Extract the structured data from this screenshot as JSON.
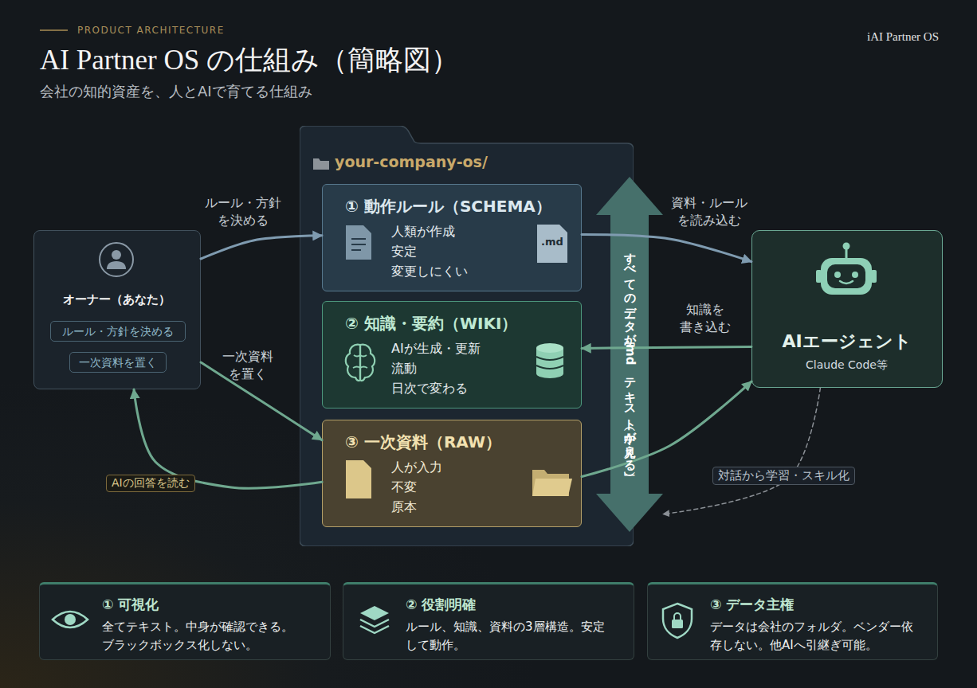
{
  "diagram": {
    "title": "AI Partner OS の仕組み（簡略図）",
    "caption": "会社の知的資産を、人とAIで育てる仕組み",
    "nodes": [
      {
        "text": [
          "オーナー（あなた）"
        ]
      },
      {
        "text": [
          "ルール・方針を決める"
        ],
        "in": 0
      },
      {
        "text": [
          "一次資料を置く"
        ],
        "in": 0
      },
      {
        "text": [
          "your-company-os/"
        ]
      },
      {
        "text": [
          "① 動作ルール（SCHEMA）",
          "人類が作成 安定 変更しにくい",
          ".md"
        ],
        "in": 3
      },
      {
        "text": [
          "② 知識・要約（WIKI）",
          "AIが生成・更新 流動 日次で変わる"
        ],
        "in": 3
      },
      {
        "text": [
          "③ 一次資料（RAW）",
          "人が入力 不変 原本"
        ],
        "in": 3
      },
      {
        "text": [
          "すべてのデータが「.md テキスト（中が見える）」"
        ],
        "in": 3
      },
      {
        "text": [
          "AIエージェント",
          "Claude Code等"
        ]
      },
      {
        "text": [
          "① 可視化",
          "全てテキスト。中身が確認できる。 ブラックボックス化しない。"
        ]
      },
      {
        "text": [
          "② 役割明確",
          "ルール、知識、資料の3層構造。安定 して動作。"
        ]
      },
      {
        "text": [
          "③ データ主権",
          "データは会社のフォルダ。ベンダー依 存しない。他AIへ引継ぎ可能。"
        ]
      }
    ],
    "edges": [
      {
        "from": 0,
        "to": 4,
        "arrow": "to",
        "label": "ルール・方針 を決める"
      },
      {
        "from": 0,
        "to": 6,
        "arrow": "to",
        "label": "一次資料 を置く"
      },
      {
        "from": 6,
        "to": 0,
        "arrow": "to",
        "label": "AIの回答を読む"
      },
      {
        "from": 4,
        "to": 8,
        "arrow": "to",
        "label": "資料・ルール を読み込む"
      },
      {
        "from": 8,
        "to": 5,
        "arrow": "to",
        "label": "知識を 書き込む"
      },
      {
        "from": 6,
        "to": 8,
        "arrow": "to"
      },
      {
        "from": 8,
        "to": 7,
        "arrow": "to",
        "label": "対話から学習・スキル化"
      }
    ],
    "labels": [
      "PRODUCT ARCHITECTURE",
      "iAI Partner OS"
    ]
  }
}
